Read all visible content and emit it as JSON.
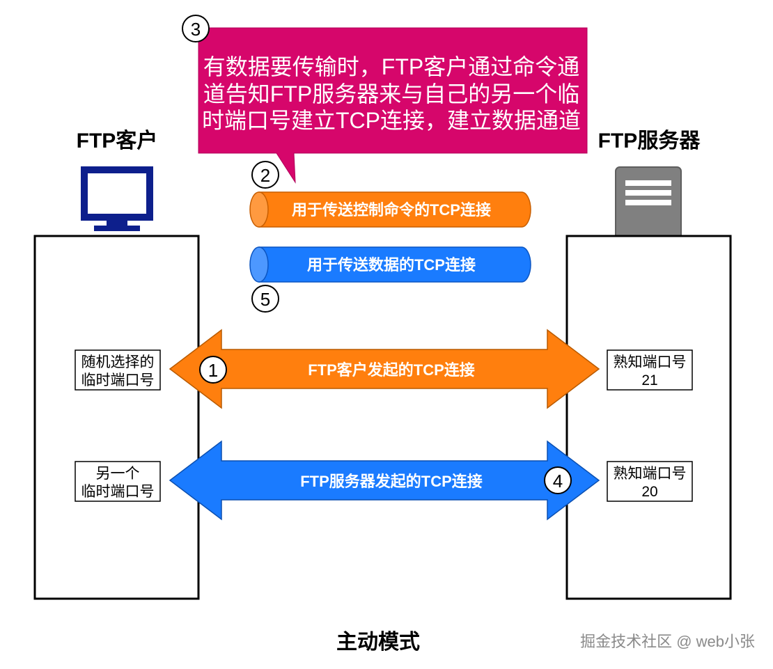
{
  "client_title": "FTP客户",
  "server_title": "FTP服务器",
  "callout": {
    "lines": [
      "有数据要传输时，FTP客户通过命令通",
      "道告知FTP服务器来与自己的另一个临",
      "时端口号建立TCP连接，建立数据通道"
    ],
    "fill": "#d6066b"
  },
  "steps": [
    "1",
    "2",
    "3",
    "4",
    "5"
  ],
  "control_pipe": {
    "label": "用于传送控制命令的TCP连接",
    "fill": "#ff7f0e"
  },
  "data_pipe": {
    "label": "用于传送数据的TCP连接",
    "fill": "#1a7bff"
  },
  "arrow_client": {
    "label": "FTP客户发起的TCP连接",
    "fill": "#ff7f0e"
  },
  "arrow_server": {
    "label": "FTP服务器发起的TCP连接",
    "fill": "#1a7bff"
  },
  "client_ports": {
    "random": [
      "随机选择的",
      "临时端口号"
    ],
    "other": [
      "另一个",
      "临时端口号"
    ]
  },
  "server_ports": {
    "p21": [
      "熟知端口号",
      "21"
    ],
    "p20": [
      "熟知端口号",
      "20"
    ]
  },
  "caption": "主动模式",
  "watermark": "掘金技术社区 @ web小张",
  "colors": {
    "monitor": "#0d1f8c",
    "server": "#808080",
    "outline": "#000000"
  },
  "icons": [
    "monitor-icon",
    "server-icon"
  ]
}
